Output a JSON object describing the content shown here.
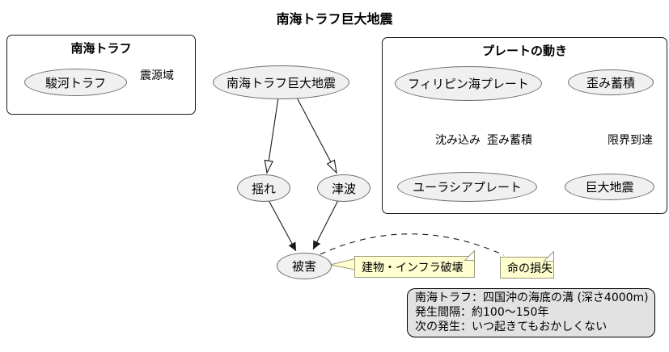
{
  "diagram_title": "南海トラフ巨大地震",
  "left_group": {
    "title": "南海トラフ",
    "suruga_node": "駿河トラフ",
    "edge_label": "震源域"
  },
  "main_flow": {
    "main_node": "南海トラフ巨大地震",
    "shake_node": "揺れ",
    "tsunami_node": "津波",
    "damage_node": "被害"
  },
  "plate_group": {
    "title": "プレートの動き",
    "philippine_node": "フィリピン海プレート",
    "strain_node": "歪み蓄積",
    "eurasian_node": "ユーラシアプレート",
    "megaquake_node": "巨大地震",
    "subduction_label": "沈み込み",
    "strain_label": "歪み蓄積",
    "limit_label": "限界到達"
  },
  "notes": {
    "building_damage": "建物・インフラ破壊",
    "life_loss": "命の損失"
  },
  "info_box": {
    "line1": "南海トラフ：四国沖の海底の溝 (深さ4000m)",
    "line2": "発生間隔：約100〜150年",
    "line3": "次の発生：いつ起きてもおかしくない"
  },
  "colors": {
    "node_fill": "#f0f0f0",
    "node_border": "#6e6e6e",
    "note_fill": "#fefece",
    "note_border": "#9b9b79",
    "info_fill": "#e2e2e2",
    "line": "#1a1a1a"
  }
}
